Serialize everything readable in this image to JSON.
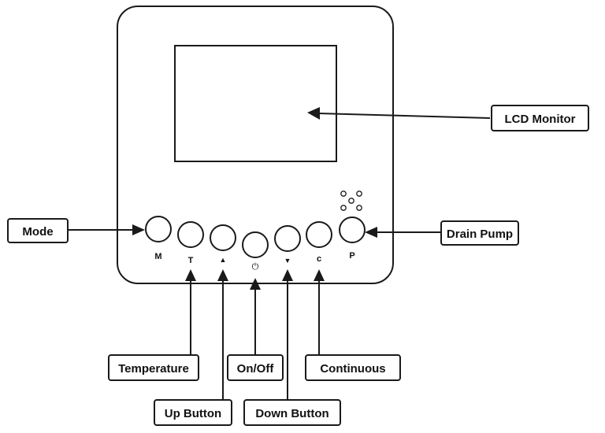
{
  "diagram": {
    "buttons": [
      {
        "id": "mode",
        "symbol": "M"
      },
      {
        "id": "temperature",
        "symbol": "T"
      },
      {
        "id": "up",
        "symbol": "▲"
      },
      {
        "id": "power",
        "symbol": "⏻"
      },
      {
        "id": "down",
        "symbol": "▼"
      },
      {
        "id": "continuous",
        "symbol": "c"
      },
      {
        "id": "drain-pump",
        "symbol": "P"
      }
    ],
    "callouts": {
      "lcd": "LCD Monitor",
      "mode": "Mode",
      "drain_pump": "Drain Pump",
      "temperature": "Temperature",
      "on_off": "On/Off",
      "continuous": "Continuous",
      "up_button": "Up Button",
      "down_button": "Down Button"
    }
  }
}
